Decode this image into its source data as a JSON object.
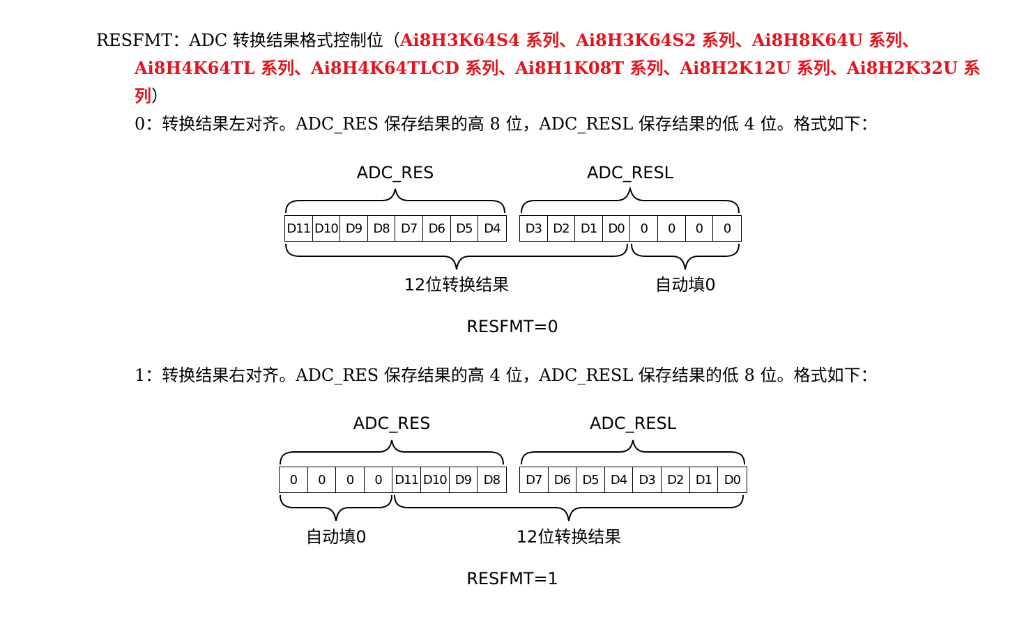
{
  "intro": {
    "prefix": "RESFMT：ADC 转换结果格式控制位（",
    "models_line1": "Ai8H3K64S4  系列、Ai8H3K64S2  系列、Ai8H8K64U  系列、",
    "models_line2": "Ai8H4K64TL 系列、Ai8H4K64TLCD 系列、Ai8H1K08T 系列、Ai8H2K12U 系列、Ai8H2K32U 系",
    "models_line3": "列",
    "suffix": "）"
  },
  "mode0": {
    "description": "0：转换结果左对齐。ADC_RES 保存结果的高 8 位，ADC_RESL 保存结果的低 4 位。格式如下：",
    "res_label": "ADC_RES",
    "resl_label": "ADC_RESL",
    "res_cells": [
      "D11",
      "D10",
      "D9",
      "D8",
      "D7",
      "D6",
      "D5",
      "D4"
    ],
    "resl_cells": [
      "D3",
      "D2",
      "D1",
      "D0",
      "0",
      "0",
      "0",
      "0"
    ],
    "result_label": "12位转换结果",
    "fill_label": "自动填0",
    "caption": "RESFMT=0"
  },
  "mode1": {
    "description": "1：转换结果右对齐。ADC_RES 保存结果的高 4 位，ADC_RESL 保存结果的低 8 位。格式如下：",
    "res_label": "ADC_RES",
    "resl_label": "ADC_RESL",
    "res_cells": [
      "0",
      "0",
      "0",
      "0",
      "D11",
      "D10",
      "D9",
      "D8"
    ],
    "resl_cells": [
      "D7",
      "D6",
      "D5",
      "D4",
      "D3",
      "D2",
      "D1",
      "D0"
    ],
    "fill_label": "自动填0",
    "result_label": "12位转换结果",
    "caption": "RESFMT=1"
  }
}
